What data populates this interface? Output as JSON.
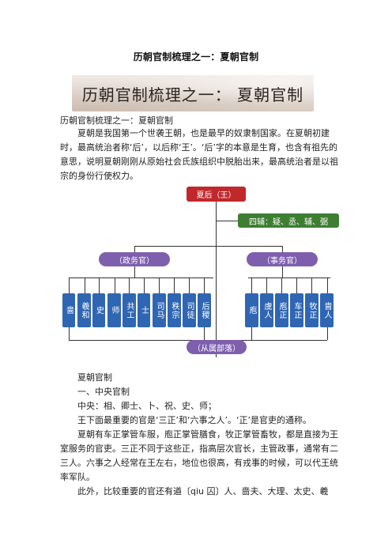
{
  "doc": {
    "title": "历朝官制梳理之一：夏朝官制",
    "banner": "历朝官制梳理之一：  夏朝官制",
    "subtitle": "历朝官制梳理之一：夏朝官制",
    "intro": "夏朝是我国第一个世袭王朝，也是最早的奴隶制国家。在夏朝初建时，最高统治者称‘后’，以后称‘王’。‘后’字的本意是生育，也含有祖先的意思，说明夏朝刚刚从原始社会氏族组织中脱胎出来，最高统治者是以祖宗的身份行使权力。"
  },
  "chart": {
    "top": "夏后（王）",
    "assist": "四辅：疑、丞、辅、弼",
    "left_group": "（政务官）",
    "right_group": "（事务官）",
    "left_items": [
      "啬",
      "羲和",
      "史",
      "师",
      "共工",
      "士",
      "司马",
      "秩宗",
      "司徒",
      "后稷"
    ],
    "right_items": [
      "庖",
      "虞人",
      "庖正",
      "车正",
      "牧正",
      "啬人"
    ],
    "bottom": "（从属部落）"
  },
  "body": {
    "heading": "夏朝官制",
    "section1": "一、中央官制",
    "central": "中央：相、卿士、卜、祝、史、师；",
    "p1": "王下面最重要的官是‘三正’和‘六事之人’。‘正’是官吏的通称。",
    "p2": "夏朝有车正掌管车服，庖正掌管膳食，牧正掌管畜牧，都是直接为王室服务的官吏。三正不同于这些正，指高层次官长，主管政事，通常有二三人。六事之人经常在王左右，地位也很高，有戎事的时候，可以代王统率军队。",
    "p3": "此外，比较重要的官还有遒〔qiu 囚〕人、啬夫、大理、太史、羲"
  }
}
